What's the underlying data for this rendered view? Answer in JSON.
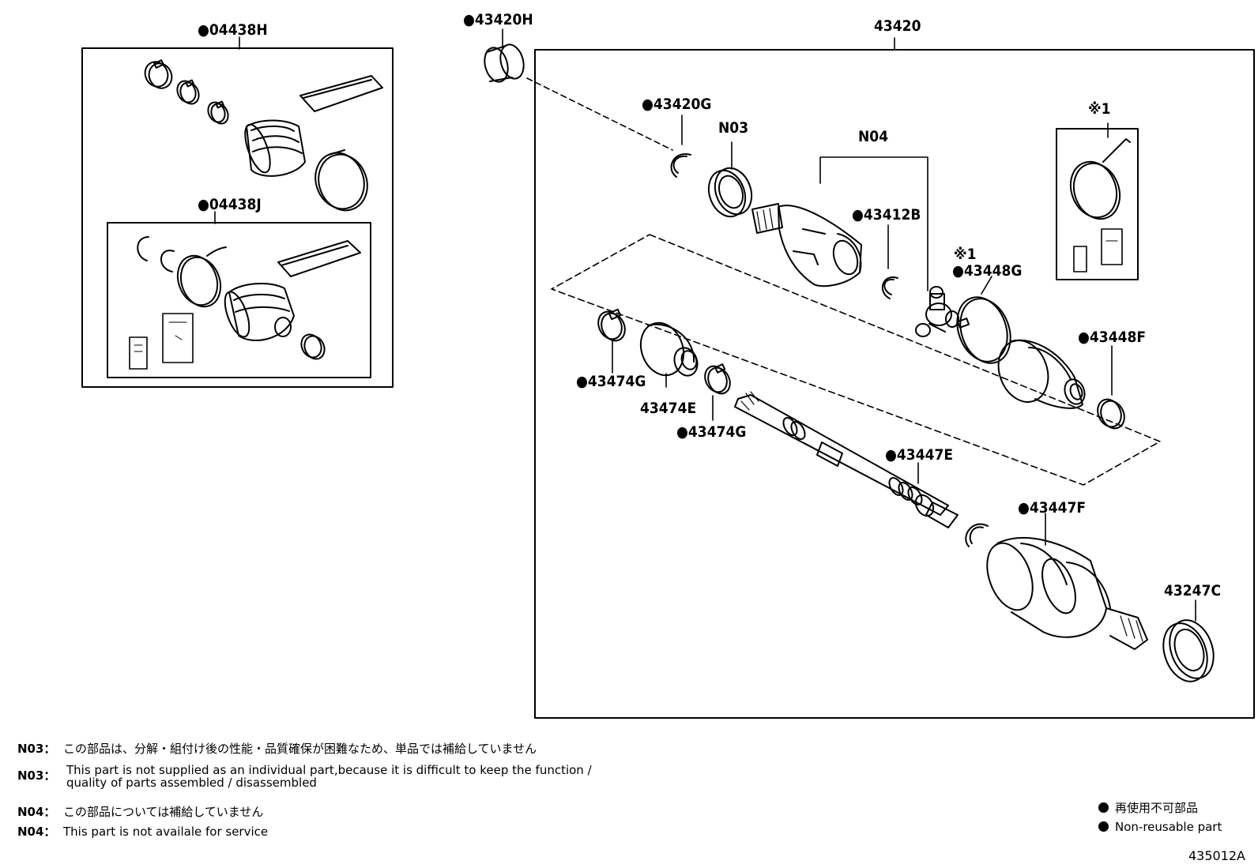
{
  "parts": {
    "p04438H": "●04438H",
    "p04438J": "●04438J",
    "p43420H": "●43420H",
    "p43420": "43420",
    "p43420G": "●43420G",
    "n03": "N03",
    "n04": "N04",
    "p43412B": "●43412B",
    "mark1a": "※1",
    "mark1b": "※1",
    "p43448G": "●43448G",
    "p43448F": "●43448F",
    "p43474Ga": "●43474G",
    "p43474E": "43474E",
    "p43474Gb": "●43474G",
    "p43447E": "●43447E",
    "p43447F": "●43447F",
    "p43247C": "43247C"
  },
  "notes": {
    "n03_jp_code": "N03：",
    "n03_jp": "この部品は、分解・組付け後の性能・品質確保が困難なため、単品では補給していません",
    "n03_en_code": "N03：",
    "n03_en_1": "This part is not supplied as an individual part,because it is difficult to keep the function /",
    "n03_en_2": "quality of parts assembled / disassembled",
    "n04_jp_code": "N04：",
    "n04_jp": "この部品については補給していません",
    "n04_en_code": "N04：",
    "n04_en": "This part is not availale for service"
  },
  "legend": {
    "jp": "再使用不可部品",
    "en": "Non-reusable part"
  },
  "illustration_no": "435012A"
}
